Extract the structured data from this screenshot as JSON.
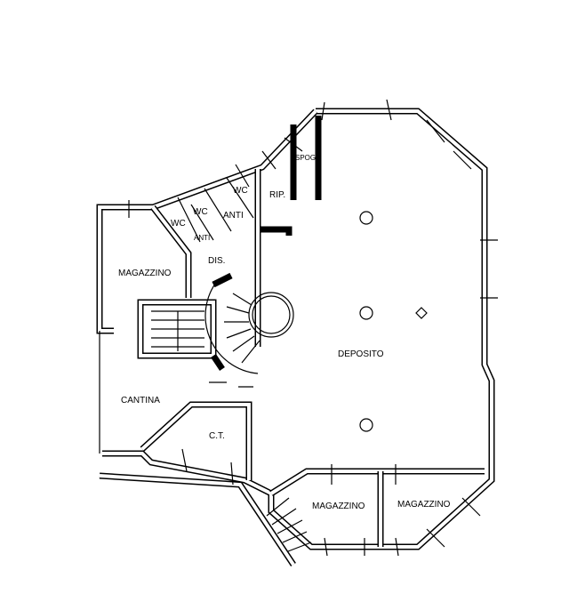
{
  "plan": {
    "rooms": {
      "wc1": "WC",
      "wc2": "WC",
      "wc3": "WC",
      "anti1": "ANTI",
      "anti2": "ANTI",
      "spogl": "SPOGL.",
      "rip": "RIP.",
      "dis": "DIS.",
      "magazzino_left": "MAGAZZINO",
      "deposito": "DEPOSITO",
      "cantina": "CANTINA",
      "ct": "C.T.",
      "magazzino_bottom1": "MAGAZZINO",
      "magazzino_bottom2": "MAGAZZINO"
    }
  }
}
